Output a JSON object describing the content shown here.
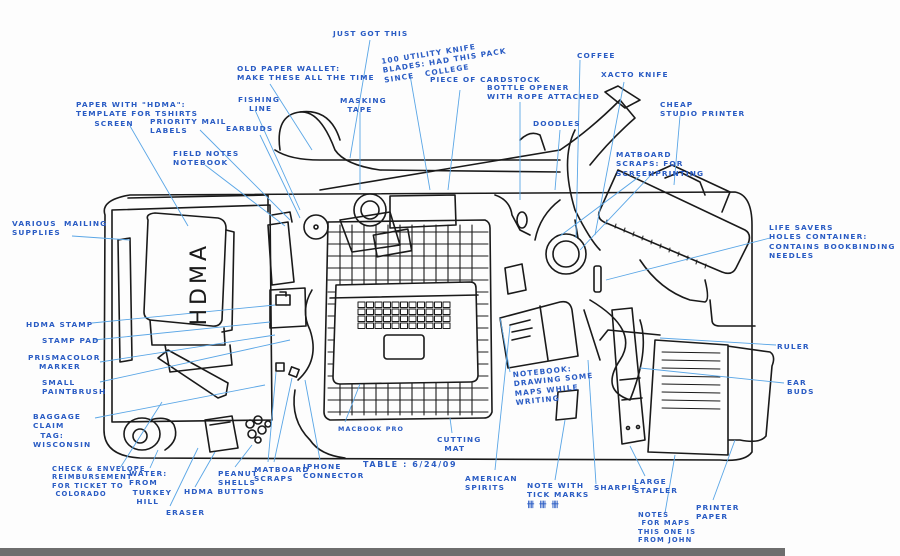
{
  "title": "Table : 6/24/09",
  "colors": {
    "ink": "#1a1a1a",
    "label": "#2a5cc4",
    "leader": "#5aa6e6"
  },
  "labels": {
    "just_got_this": "Just got this",
    "utility_knife": "100 utility knife\nblades: had this pack\nsince   college",
    "old_paper_wallet": "Old paper wallet:\nmake these all the time",
    "fishing_line": "Fishing\n   line",
    "masking_tape": "Masking\n  tape",
    "cardstock": "Piece of cardstock",
    "bottle_opener": "Bottle opener\nwith rope attached",
    "coffee": "Coffee",
    "xacto_knife": "Xacto knife",
    "cheap_printer": "Cheap\nstudio printer",
    "doodles": "Doodles",
    "paper_hdma": "Paper with \"hdma\":\ntemplate for tshirts\n     screen",
    "priority_mail": "Priority mail\nlabels",
    "earbuds_top": "Earbuds",
    "field_notes": "Field notes\nnotebook",
    "matboard_screen": "Matboard\nscraps: for\nscreenprinting",
    "various_mailing": "Various  mailing\nsupplies",
    "life_savers": "Life savers\nholes container:\ncontains bookbinding\nneedles",
    "hdma_stamp": "Hdma stamp",
    "stamp_pad": "Stamp pad",
    "prismacolor": "Prismacolor\n   marker",
    "paintbrush": "Small\npaintbrush",
    "baggage_tag": "Baggage\nclaim\n  tag:\nwisconsin",
    "ruler": "Ruler",
    "ear_buds_right": "Ear\nbuds",
    "notebook_maps": "Notebook:\ndrawing some\nmaps while\nwriting",
    "macbook": "Macbook pro",
    "cutting_mat": "Cutting\n  mat",
    "table_date": "Table : 6/24/09",
    "american_spirits": "American\nspirits",
    "note_tick": "Note with\ntick marks\n卌 卌 卌",
    "sharpie": "Sharpie",
    "large_stapler": "Large\nstapler",
    "printer_paper": "Printer\npaper",
    "notes_john": "Notes\n for maps\nthis one is\nfrom john",
    "check_envelope": "Check & envelope\nreimbursement\nfor ticket to\n colorado",
    "water": "Water:\nfrom\n turkey\n  hill",
    "hdma_buttons": "Hdma buttons",
    "eraser": "Eraser",
    "peanut_shells": "Peanut\nshells",
    "matboard_scraps": "Matboard\nscraps",
    "iphone_connector": "iPhone\nconnector",
    "hdma_text": "HDMA"
  }
}
